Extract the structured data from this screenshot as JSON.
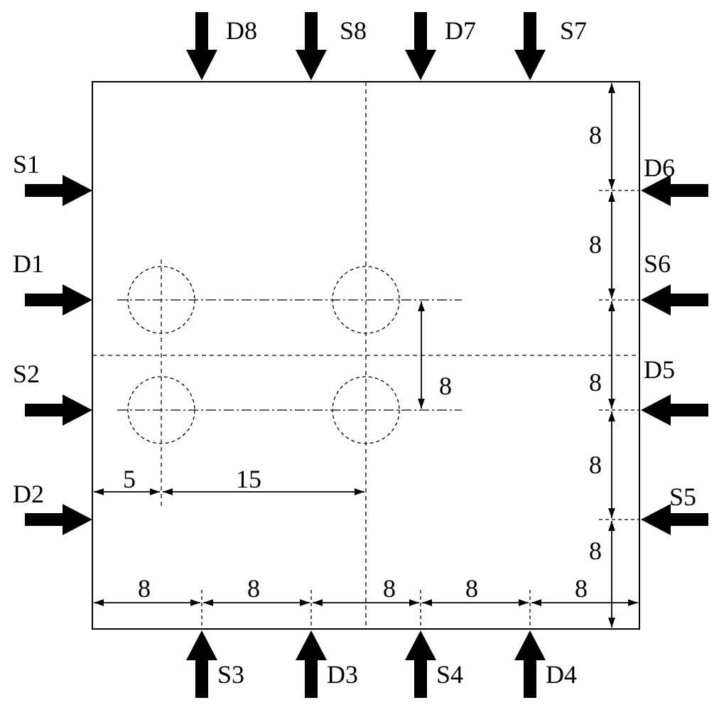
{
  "source_labels": [
    "S1",
    "S2",
    "S3",
    "S4",
    "S5",
    "S6",
    "S7",
    "S8"
  ],
  "detector_labels": [
    "D1",
    "D2",
    "D3",
    "D4",
    "D5",
    "D6",
    "D7",
    "D8"
  ],
  "dimensions": {
    "left_offset": "5",
    "spacing_horizontal": "15",
    "spacing_vertical": "8",
    "bottom_segments": [
      "8",
      "8",
      "8",
      "8",
      "8"
    ],
    "right_segments": [
      "8",
      "8",
      "8",
      "8",
      "8"
    ]
  },
  "colors": {
    "stroke": "#000000",
    "background": "#ffffff"
  }
}
